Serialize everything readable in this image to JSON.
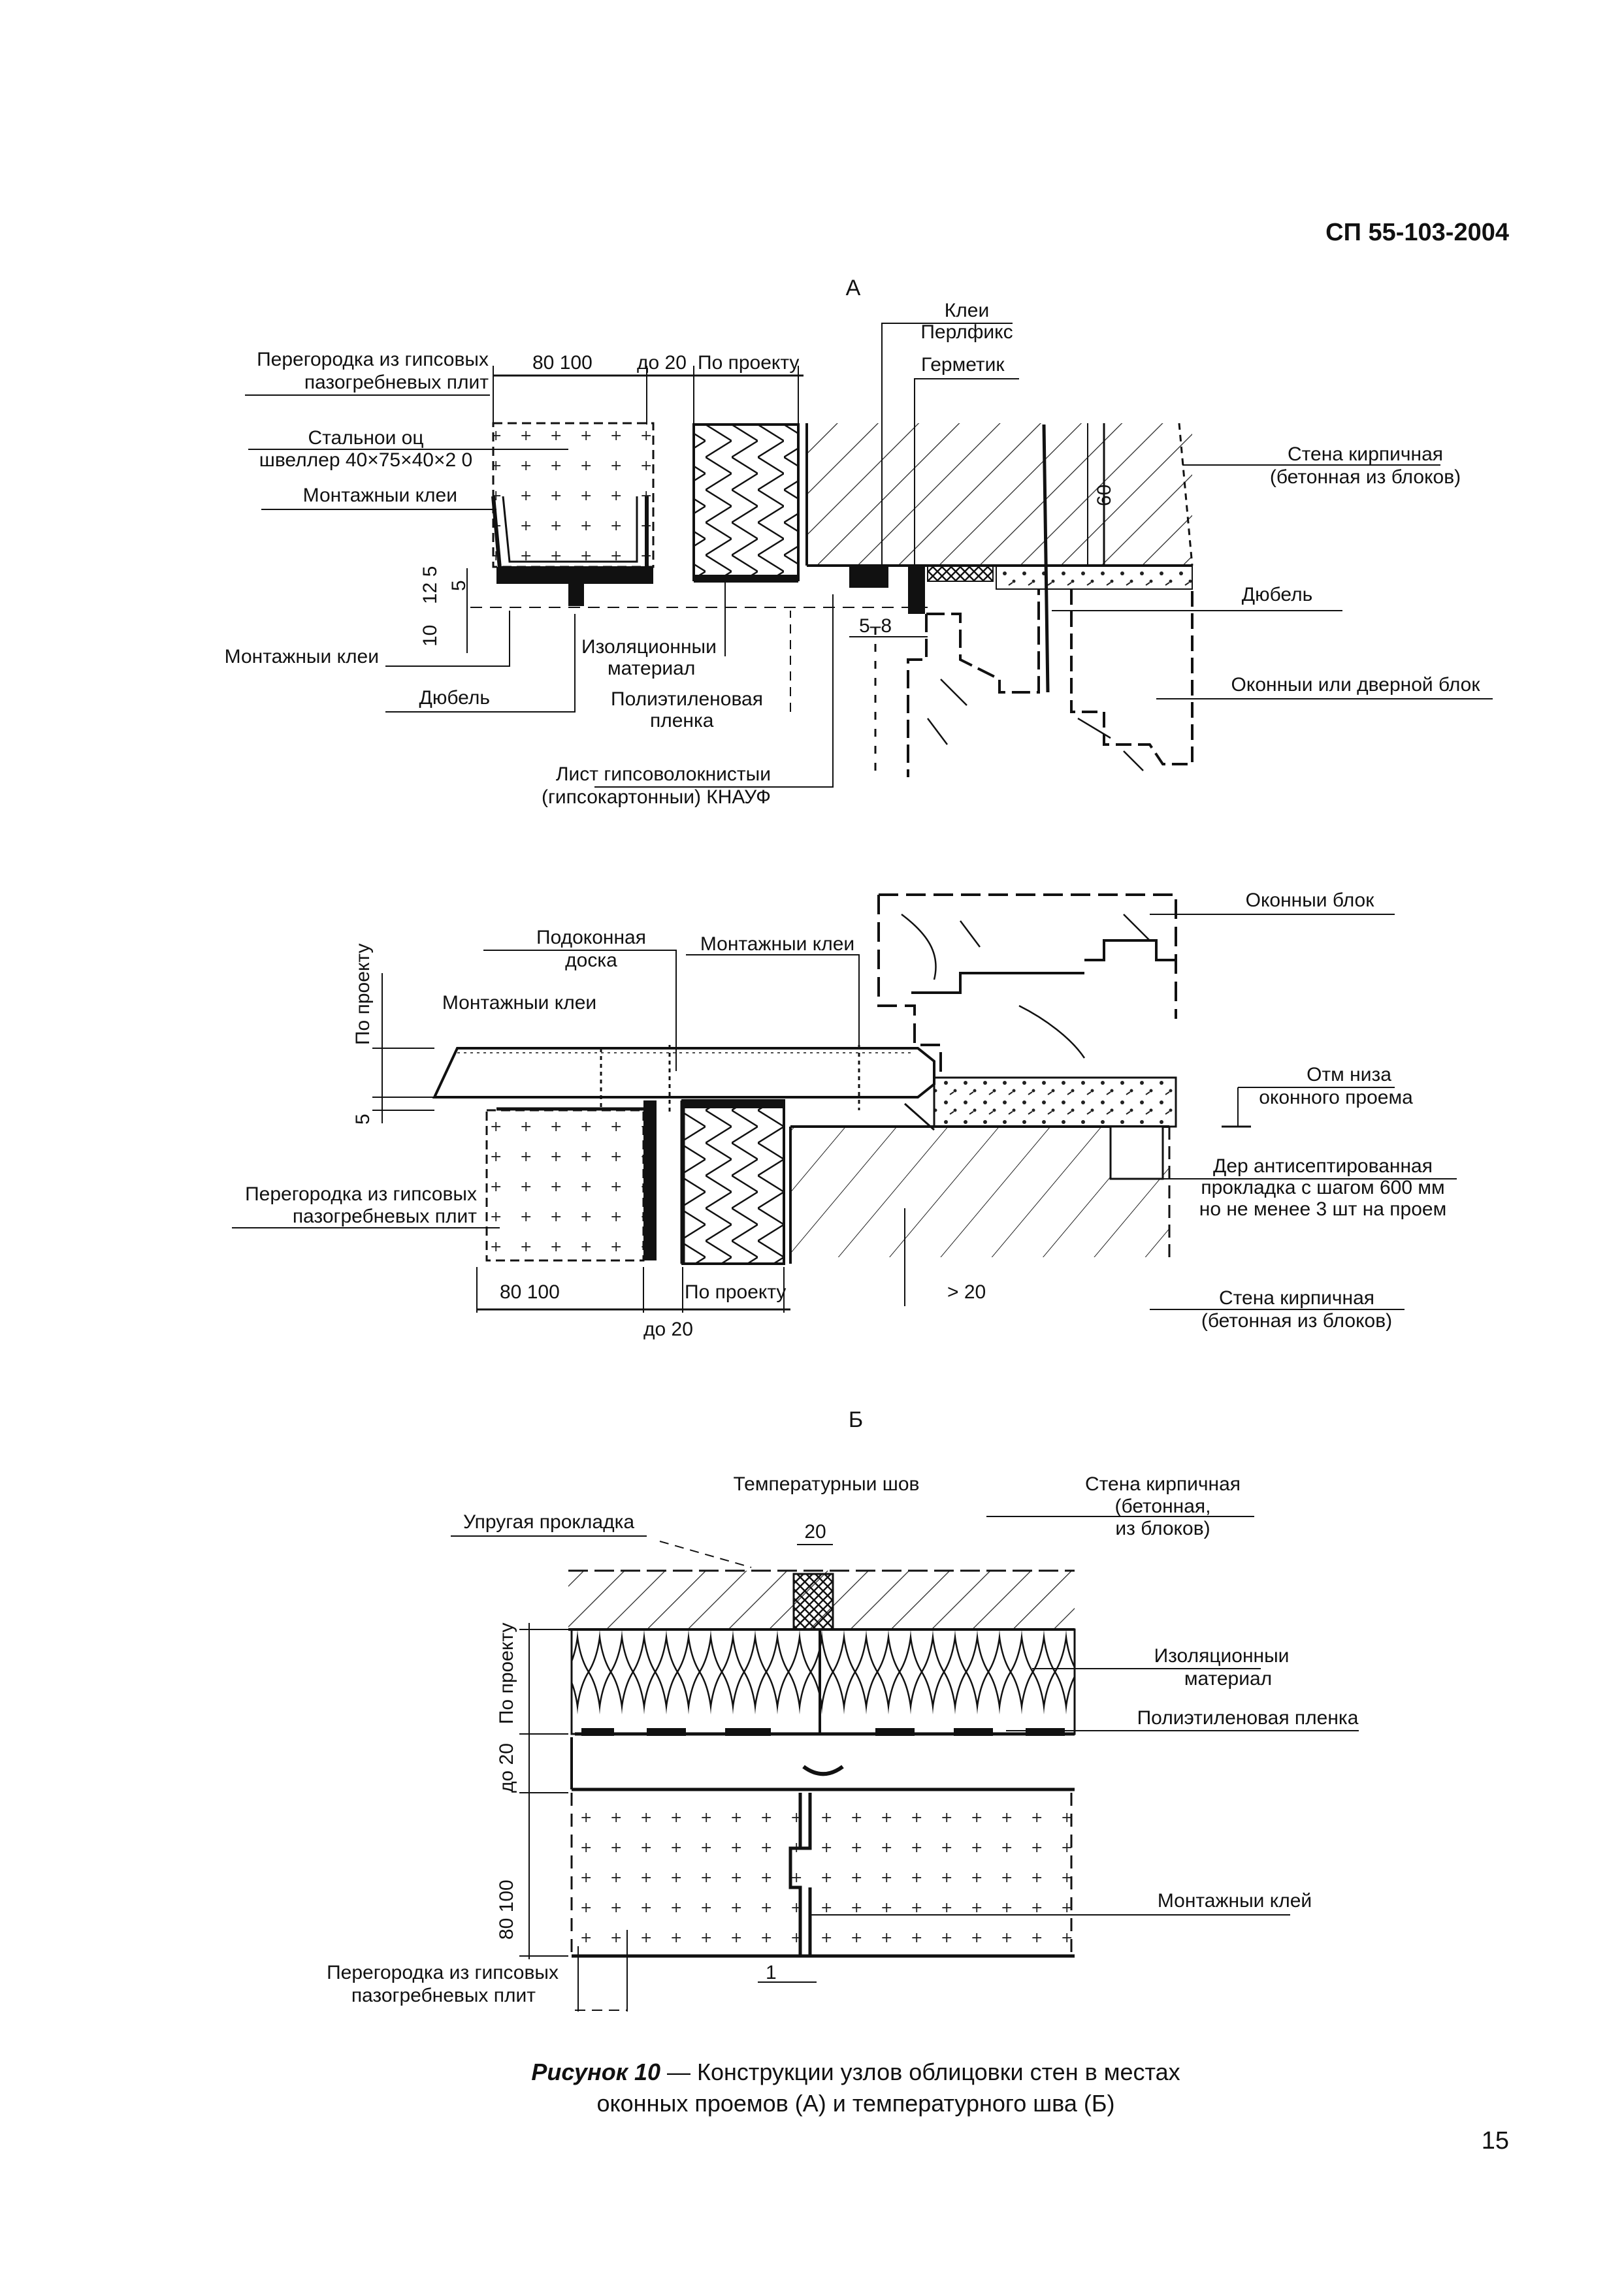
{
  "header": {
    "doc_code": "СП 55-103-2004"
  },
  "section_a": {
    "letter": "А",
    "labels": {
      "partition": [
        "Перегородка из гипсовых",
        "пазогребневых плит"
      ],
      "steel_channel": [
        "Стальнои оц",
        "швеллер 40×75×40×2 0"
      ],
      "mount_glue_1": "Монтажныи клеи",
      "mount_glue_2": "Монтажныи клеи",
      "dowel_left": "Дюбель",
      "insulation": [
        "Изоляционныи",
        "материал"
      ],
      "pe_film": [
        "Полиэтиленовая",
        "пленка"
      ],
      "knauf_sheet": [
        "Лист гипсоволокнистыи",
        "(гипсокартонныи) КНАУФ"
      ],
      "glue_perlfix": [
        "Клеи",
        "Перлфикс"
      ],
      "sealant": "Герметик",
      "brick_wall": [
        "Стена кирпичная",
        "(бетонная из блоков)"
      ],
      "dowel_right": "Дюбель",
      "window_block": "Оконныи или дверной блок"
    },
    "dims": {
      "d80_100": "80 100",
      "do20": "до 20",
      "po_proektu": "По проекту",
      "d60": "60",
      "d12_5": "12 5",
      "d5": "5",
      "d10": "10",
      "d5_8": "5–8"
    }
  },
  "section_a2": {
    "labels": {
      "window_block": "Оконныи блок",
      "sill_board": [
        "Подоконная",
        "доска"
      ],
      "mount_glue_top": "Монтажныи клеи",
      "mount_glue_left": "Монтажныи клеи",
      "opening_mark": [
        "Отм  низа",
        "оконного проема"
      ],
      "wood_pad": [
        "Дер  антисептированная",
        "прокладка с шагом 600 мм",
        "но не менее 3 шт  на проем"
      ],
      "partition": [
        "Перегородка из гипсовых",
        "пазогребневых плит"
      ],
      "brick_wall": [
        "Стена кирпичная",
        "(бетонная  из блоков)"
      ]
    },
    "dims": {
      "po_proektu_v": "По проекту",
      "d5": "5",
      "d80_100": "80 100",
      "po_proektu": "По проекту",
      "do20": "до 20",
      "gt20": "> 20"
    }
  },
  "section_b": {
    "letter": "Б",
    "labels": {
      "temp_joint": "Температурныи шов",
      "elastic_pad": "Упругая прокладка",
      "brick_wall": [
        "Стена кирпичная",
        "(бетонная,",
        "из блоков)"
      ],
      "insulation": [
        "Изоляционныи",
        "материал"
      ],
      "pe_film": "Полиэтиленовая пленка",
      "mount_glue": "Монтажныи клей",
      "partition": [
        "Перегородка из гипсовых",
        "пазогребневых плит"
      ]
    },
    "dims": {
      "d20": "20",
      "po_proektu": "По проекту",
      "do20": "до 20",
      "d80_100": "80  100",
      "d1": "1"
    }
  },
  "caption": {
    "bold": "Рисунок 10",
    "line1": " — Конструкции узлов облицовки стен в местах",
    "line2": "оконных проемов (А) и температурного шва (Б)"
  },
  "page_number": "15"
}
